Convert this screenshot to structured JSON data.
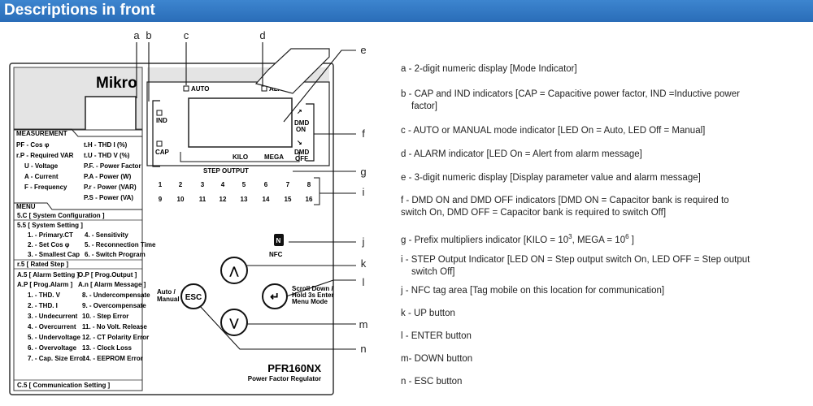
{
  "banner_title": "Descriptions in front",
  "callout_letters": [
    "a",
    "b",
    "c",
    "d",
    "e",
    "f",
    "g",
    "i",
    "j",
    "k",
    "l",
    "m",
    "n"
  ],
  "brand": "Mikro",
  "model": "PFR160NX",
  "model_subtitle": "Power Factor Regulator",
  "panel": {
    "auto_label": "AUTO",
    "alarm_label": "ALARM",
    "ind_label": "IND",
    "cap_label": "CAP",
    "dmd_on_label": [
      "DMD",
      "ON"
    ],
    "dmd_off_label": [
      "DMD",
      "OFF"
    ],
    "kilo_label": "KILO",
    "mega_label": "MEGA",
    "step_output_label": "STEP OUTPUT",
    "steps_row1": [
      "1",
      "2",
      "3",
      "4",
      "5",
      "6",
      "7",
      "8"
    ],
    "steps_row2": [
      "9",
      "10",
      "11",
      "12",
      "13",
      "14",
      "15",
      "16"
    ],
    "nfc_label": "NFC",
    "esc_label": "ESC",
    "auto_manual_label": [
      "Auto /",
      "Manual"
    ],
    "scroll_label": [
      "Scroll Down /",
      "Hold 3s Enter",
      "Menu Mode"
    ]
  },
  "measurement": {
    "title": "MEASUREMENT",
    "items": [
      {
        "code": "PF",
        "label": "- Cos φ"
      },
      {
        "code": "t.H",
        "label": "- THD I (%)"
      },
      {
        "code": "r.P",
        "label": "- Required VAR"
      },
      {
        "code": "t.U",
        "label": "- THD V (%)"
      },
      {
        "code": "U",
        "label": "- Voltage"
      },
      {
        "code": "P.F.",
        "label": "- Power Factor"
      },
      {
        "code": "A",
        "label": "- Current"
      },
      {
        "code": "P.A",
        "label": "- Power (W)"
      },
      {
        "code": "F",
        "label": "- Frequency"
      },
      {
        "code": "P.r",
        "label": "- Power (VAR)"
      },
      {
        "code": "",
        "label": ""
      },
      {
        "code": "P.S",
        "label": "- Power (VA)"
      }
    ]
  },
  "menu": {
    "title": "MENU",
    "system_config": "5.C  [ System Configuration ]",
    "system_setting": "5.5  [ System Setting ]",
    "system_setting_items": [
      [
        "1. - Primary.CT",
        "4. - Sensitivity"
      ],
      [
        "2. - Set Cos φ",
        "5. - Reconnection Time"
      ],
      [
        "3. - Smallest Cap",
        "6. - Switch Program"
      ]
    ],
    "rated_step": "r.5  [ Rated Step ]",
    "alarm_row1": [
      "A.5  [ Alarm Setting ]",
      "O.P  [ Prog.Output ]"
    ],
    "alarm_row2": [
      "A.P  [ Prog.Alarm ]",
      "A.n  [ Alarm Message ]"
    ],
    "alarm_items": [
      [
        "1. - THD. V",
        "8. - Undercompensate"
      ],
      [
        "2. - THD. I",
        "9. - Overcompensate"
      ],
      [
        "3. - Undecurrent",
        "10. - Step Error"
      ],
      [
        "4. - Overcurrent",
        "11. - No Volt. Release"
      ],
      [
        "5. - Undervoltage",
        "12. - CT Polarity Error"
      ],
      [
        "6. - Overvoltage",
        "13. - Clock Loss"
      ],
      [
        "7. - Cap. Size Error",
        "14. - EEPROM Error"
      ]
    ],
    "comm_setting": "C.5  [ Communication Setting ]"
  },
  "descriptions": {
    "a": "a - 2-digit numeric display [Mode Indicator]",
    "b1": "b - CAP and IND indicators [CAP = Capacitive power factor, IND =Inductive power",
    "b2": "factor]",
    "c": "c - AUTO or MANUAL mode indicator [LED On = Auto, LED Off = Manual]",
    "d": "d - ALARM indicator [LED On = Alert from alarm message]",
    "e": "e - 3-digit numeric display [Display parameter value and alarm message]",
    "f1": "f - DMD ON and DMD OFF indicators [DMD ON = Capacitor bank is required to",
    "f2": "switch On, DMD OFF = Capacitor bank is required to switch Off]",
    "g_pre": "g - Prefix multipliers indicator [KILO = 10",
    "g_exp1": "3",
    "g_mid": ", MEGA = 10",
    "g_exp2": "6",
    "g_post": " ]",
    "i1": "i - STEP Output Indicator [LED ON = Step output switch On, LED OFF = Step output",
    "i2": "switch Off]",
    "j": "j - NFC tag area [Tag mobile on this location for communication]",
    "k": "k - UP button",
    "l": "l - ENTER button",
    "m": "m- DOWN button",
    "n": "n - ESC button"
  }
}
